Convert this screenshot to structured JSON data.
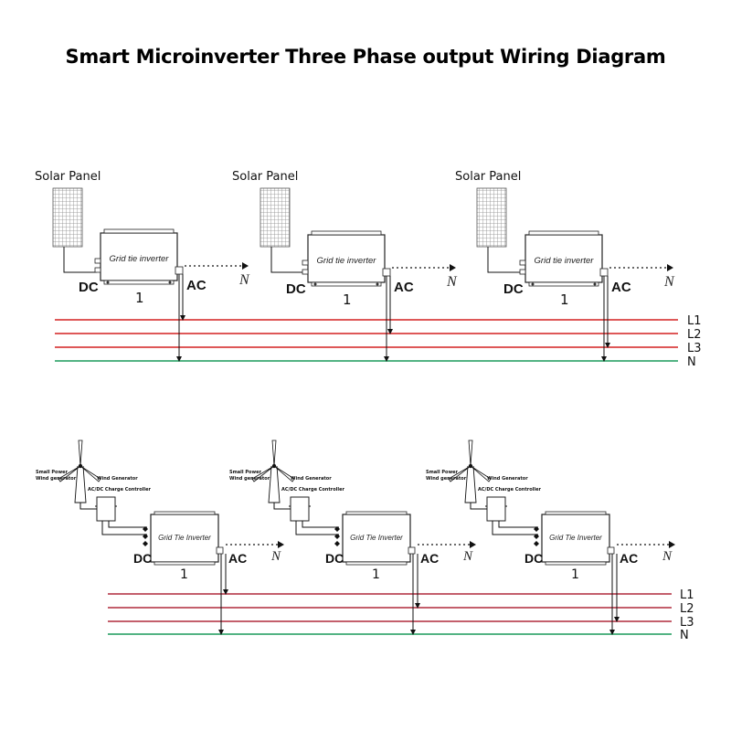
{
  "title": "Smart Microinverter Three Phase output Wiring Diagram",
  "solar_section": {
    "panel_label": "Solar Panel",
    "inverter_label": "Grid tie inverter",
    "dc_label": "DC",
    "ac_label": "AC",
    "neutral_arrow_label": "N",
    "unit_number": "1",
    "bus_lines": [
      {
        "label": "L1",
        "color": "#d42020"
      },
      {
        "label": "L2",
        "color": "#d42020"
      },
      {
        "label": "L3",
        "color": "#d42020"
      },
      {
        "label": "N",
        "color": "#1a9a5a"
      }
    ]
  },
  "wind_section": {
    "generator_label_line1": "Small Power",
    "generator_label_line2": "Wind generator",
    "controller_label_line1": "Wind Generator",
    "controller_label_line2": "AC/DC Charge Controller",
    "inverter_label": "Grid Tie Inverter",
    "dc_label": "DC",
    "ac_label": "AC",
    "neutral_arrow_label": "N",
    "unit_number": "1",
    "bus_lines": [
      {
        "label": "L1",
        "color": "#b02a3c"
      },
      {
        "label": "L2",
        "color": "#b02a3c"
      },
      {
        "label": "L3",
        "color": "#b02a3c"
      },
      {
        "label": "N",
        "color": "#1a9a5a"
      }
    ]
  }
}
